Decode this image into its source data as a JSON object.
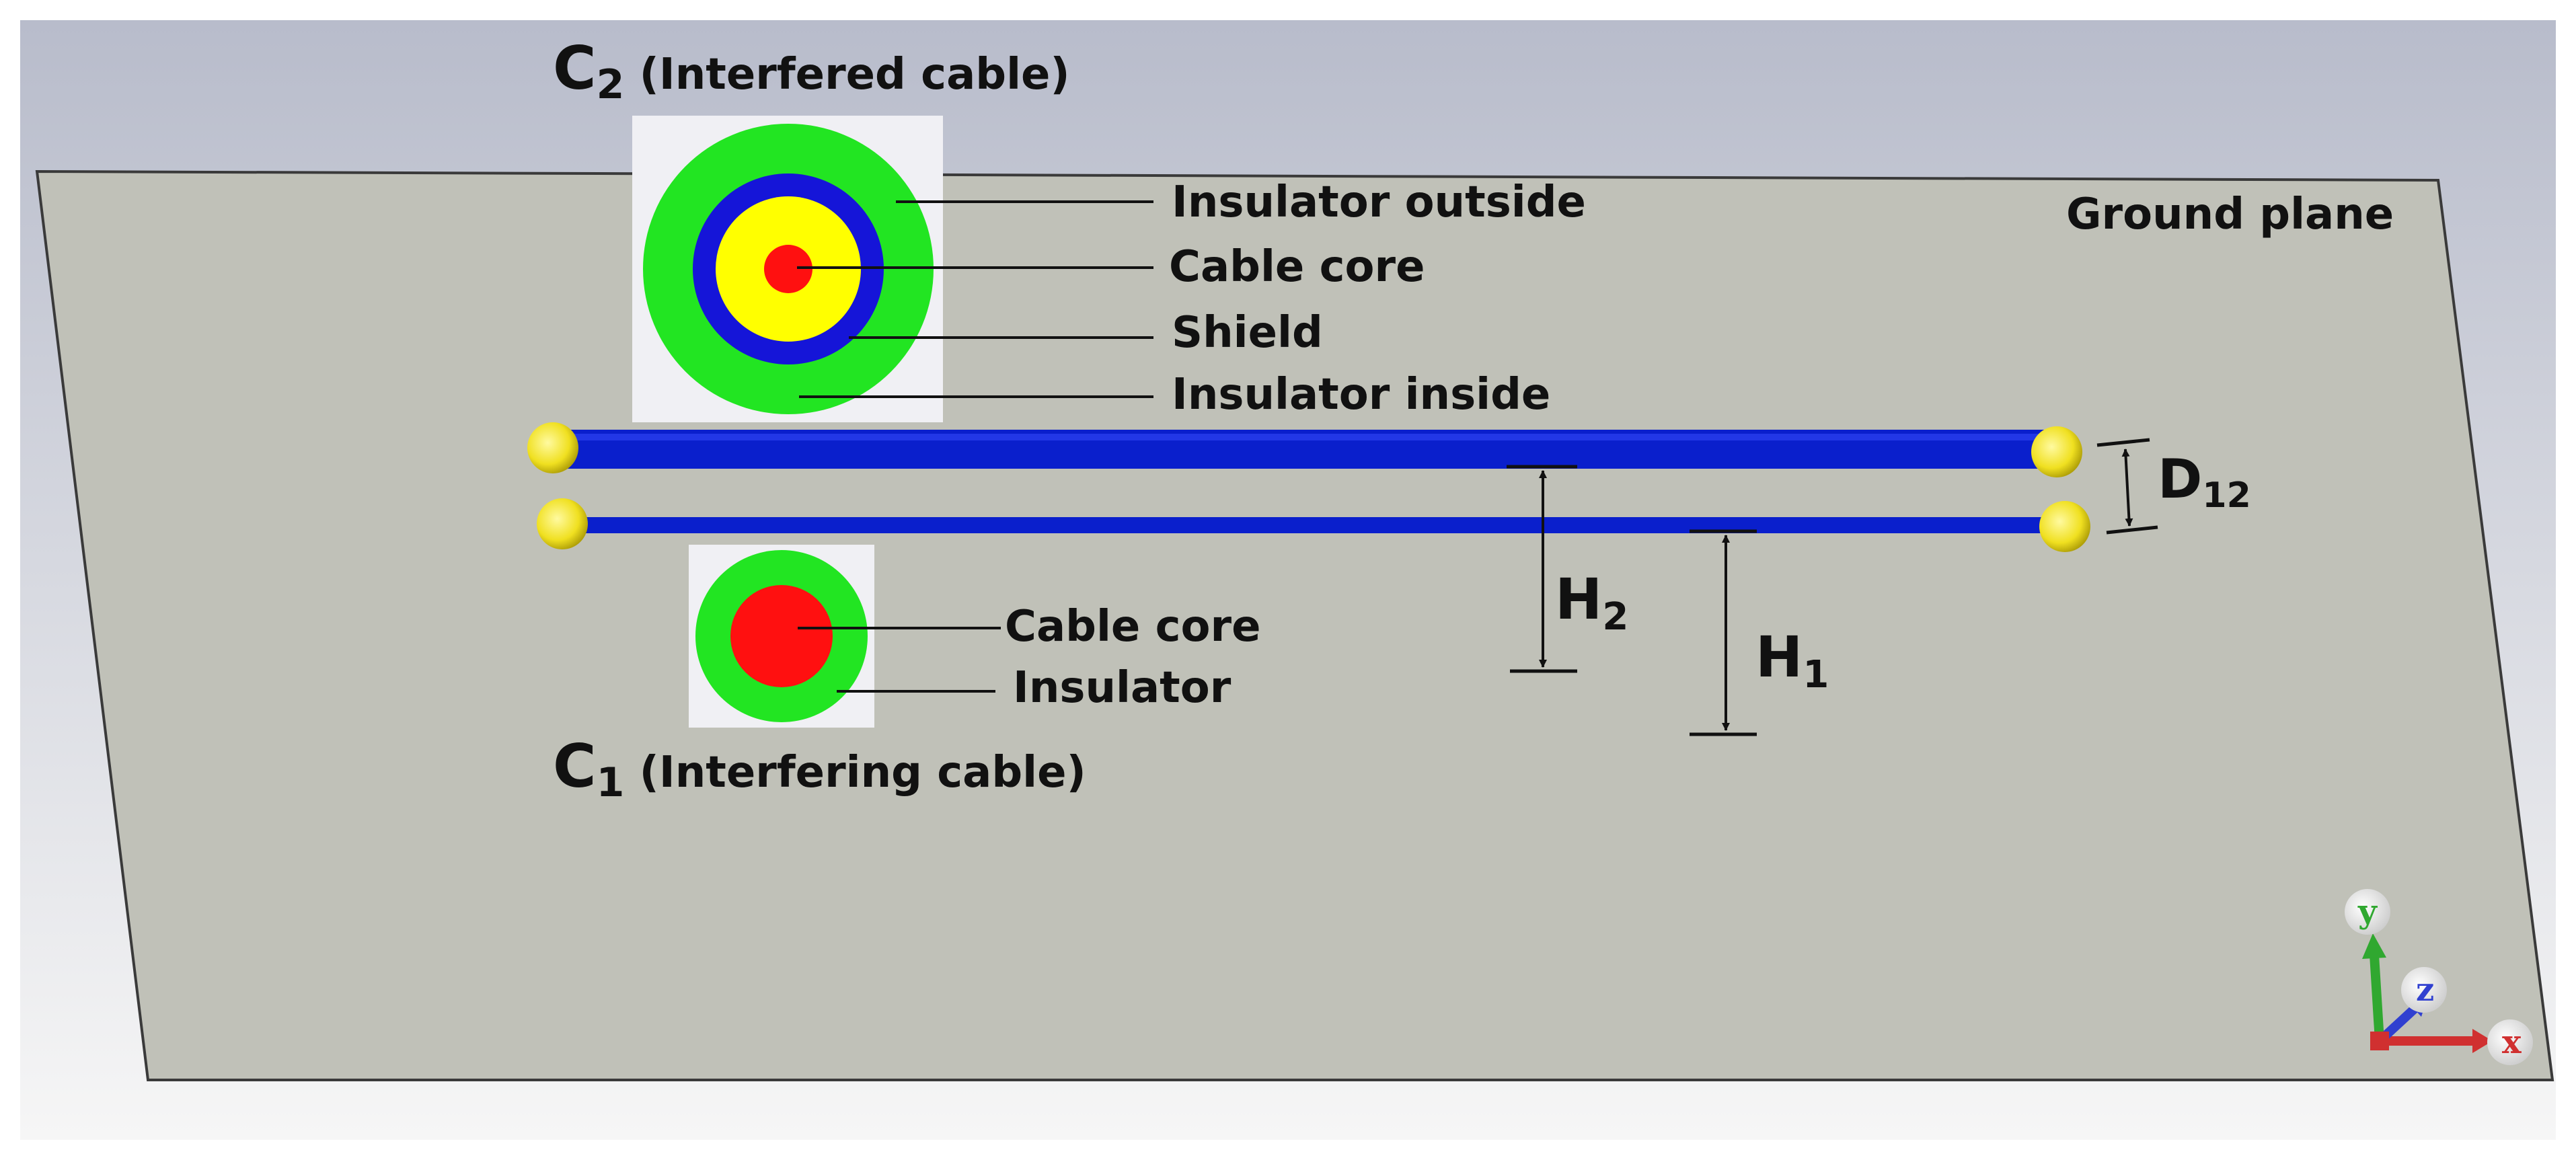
{
  "colors": {
    "background_top": "#b8bccb",
    "background_bottom": "#f6f6f6",
    "ground_plane": "#c0c1b8",
    "cable": "#0a1fcc",
    "port": "#f0e020",
    "insulator": "#22e522",
    "shield": "#1515d8",
    "core_c2": "#ffff00",
    "core": "#ff1010",
    "axis_x": "#d03030",
    "axis_y": "#30a830",
    "axis_z": "#3040d0"
  },
  "labels": {
    "ground_plane": "Ground plane",
    "c2_symbol": "C",
    "c2_sub": "2",
    "c2_desc": " (Interfered cable)",
    "c1_symbol": "C",
    "c1_sub": "1",
    "c1_desc": " (Interfering cable)",
    "insulator_outside": "Insulator outside",
    "cable_core_c2": "Cable core",
    "shield": "Shield",
    "insulator_inside": "Insulator inside",
    "cable_core_c1": "Cable core",
    "insulator_c1": "Insulator",
    "d_symbol": "D",
    "d_sub": "12",
    "h2_symbol": "H",
    "h2_sub": "2",
    "h1_symbol": "H",
    "h1_sub": "1"
  },
  "axes": {
    "x": "x",
    "y": "y",
    "z": "z"
  }
}
